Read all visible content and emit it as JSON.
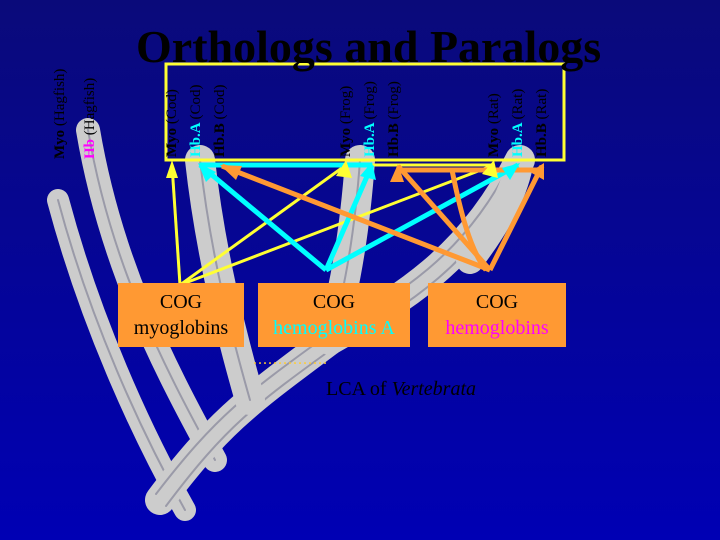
{
  "title": "Orthologs and Paralogs",
  "hagfish": {
    "myo": {
      "gene": "Myo",
      "species": "(Hagfish)"
    },
    "hb": {
      "gene": "Hb",
      "species": "(Hagfish)"
    }
  },
  "cod": {
    "myo": {
      "gene": "Myo",
      "species": "(Cod)"
    },
    "hba": {
      "gene": "Hb.A",
      "species": "(Cod)"
    },
    "hbb": {
      "gene": "Hb.B",
      "species": "(Cod)"
    }
  },
  "frog": {
    "myo": {
      "gene": "Myo",
      "species": "(Frog)"
    },
    "hba": {
      "gene": "Hb.A",
      "species": "(Frog)"
    },
    "hbb": {
      "gene": "Hb.B",
      "species": "(Frog)"
    }
  },
  "rat": {
    "myo": {
      "gene": "Myo",
      "species": "(Rat)"
    },
    "hba": {
      "gene": "Hb.A",
      "species": "(Rat)"
    },
    "hbb": {
      "gene": "Hb.B",
      "species": "(Rat)"
    }
  },
  "cogs": {
    "myoglobins": {
      "line1": "COG",
      "line2": "myoglobins"
    },
    "hemoglobins_a": {
      "line1": "COG",
      "line2": "hemoglobins A"
    },
    "hemoglobins_b": {
      "line1": "COG",
      "line2": "hemoglobins"
    }
  },
  "lca": {
    "prefix": "LCA of ",
    "taxon": "Vertebrata"
  },
  "dots": "...............",
  "colors": {
    "background": "#0000b4",
    "tree_gray": "#cccccc",
    "myoglobin_yellow": "#ffff33",
    "hemoglobin_a_cyan": "#00ffff",
    "hemoglobin_b_orange": "#ff9933",
    "hb_label_magenta": "#ff00ff"
  }
}
